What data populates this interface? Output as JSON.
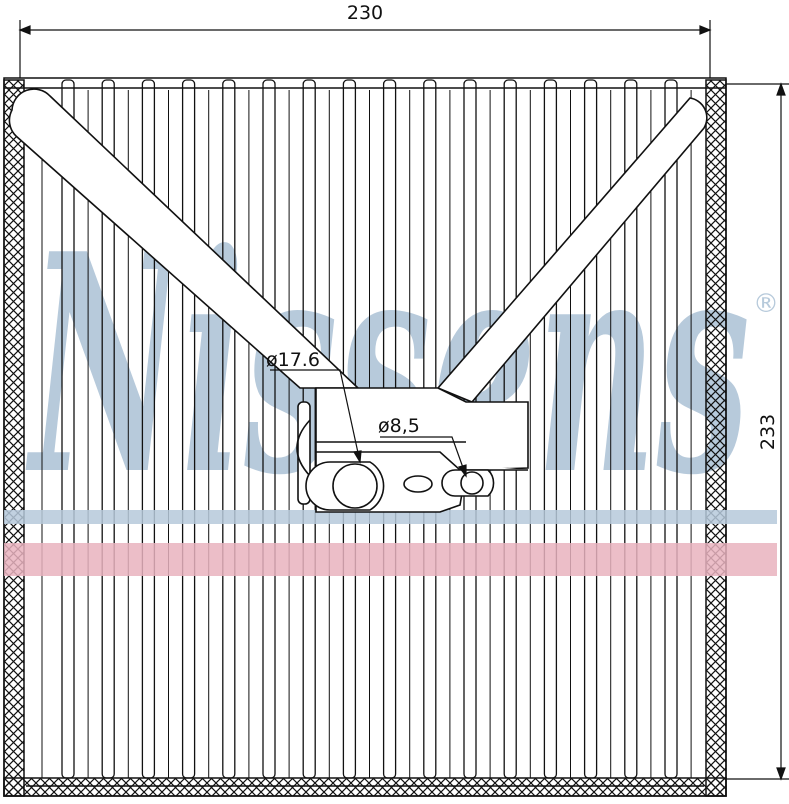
{
  "drawing": {
    "width_dimension": "230",
    "height_dimension": "233",
    "inlet_diameter": "ø17.6",
    "outlet_diameter": "ø8,5"
  },
  "watermark": {
    "brand": "Nissens",
    "registered_mark": "®"
  },
  "colors": {
    "line": "#111111",
    "watermark": "#b7cadb",
    "band_blue": "#b7cadb",
    "band_red": "#e9b3bf"
  },
  "icons": [
    "evaporator-core-diagram",
    "expansion-valve-block",
    "pipe-inlet",
    "pipe-outlet"
  ]
}
